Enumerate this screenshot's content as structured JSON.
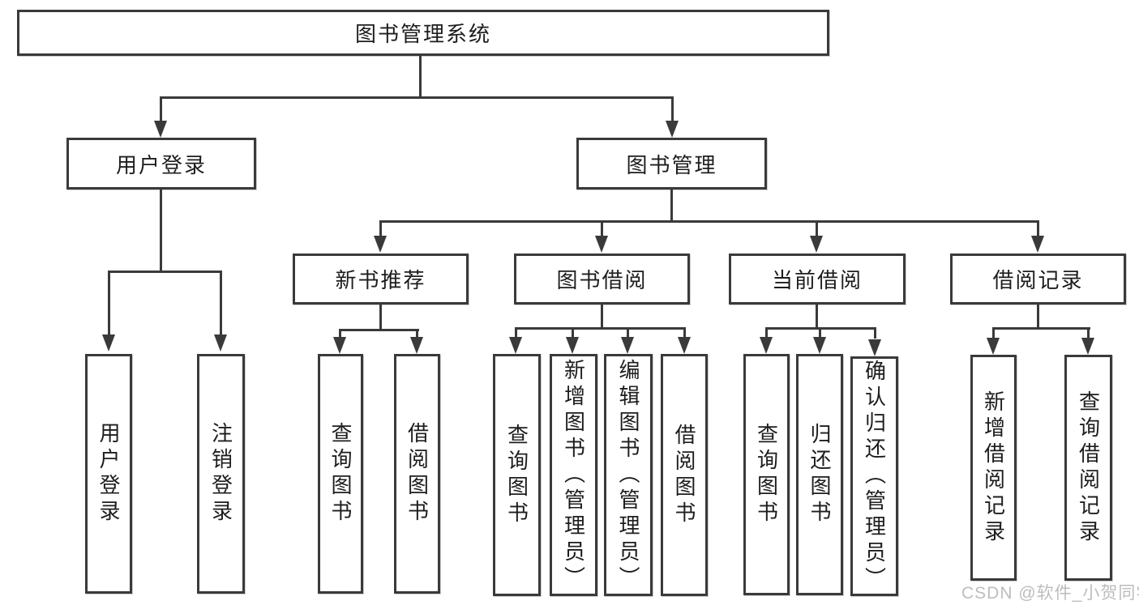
{
  "tree": {
    "label": "图书管理系统",
    "children": [
      {
        "label": "用户登录",
        "children": [
          {
            "label": "用户登录"
          },
          {
            "label": "注销登录"
          }
        ]
      },
      {
        "label": "图书管理",
        "children": [
          {
            "label": "新书推荐",
            "children": [
              {
                "label": "查询图书"
              },
              {
                "label": "借阅图书"
              }
            ]
          },
          {
            "label": "图书借阅",
            "children": [
              {
                "label": "查询图书"
              },
              {
                "label": "新增图书（管理员）"
              },
              {
                "label": "编辑图书（管理员）"
              },
              {
                "label": "借阅图书"
              }
            ]
          },
          {
            "label": "当前借阅",
            "children": [
              {
                "label": "查询图书"
              },
              {
                "label": "归还图书"
              },
              {
                "label": "确认归还（管理员）"
              }
            ]
          },
          {
            "label": "借阅记录",
            "children": [
              {
                "label": "新增借阅记录"
              },
              {
                "label": "查询借阅记录"
              }
            ]
          }
        ]
      }
    ]
  },
  "watermark": {
    "text": "CSDN @软件_小贺同学"
  },
  "colors": {
    "line": "#3a3a3a",
    "text": "#1d1d1d",
    "watermark": "#bdbdbd",
    "background": "#ffffff"
  }
}
